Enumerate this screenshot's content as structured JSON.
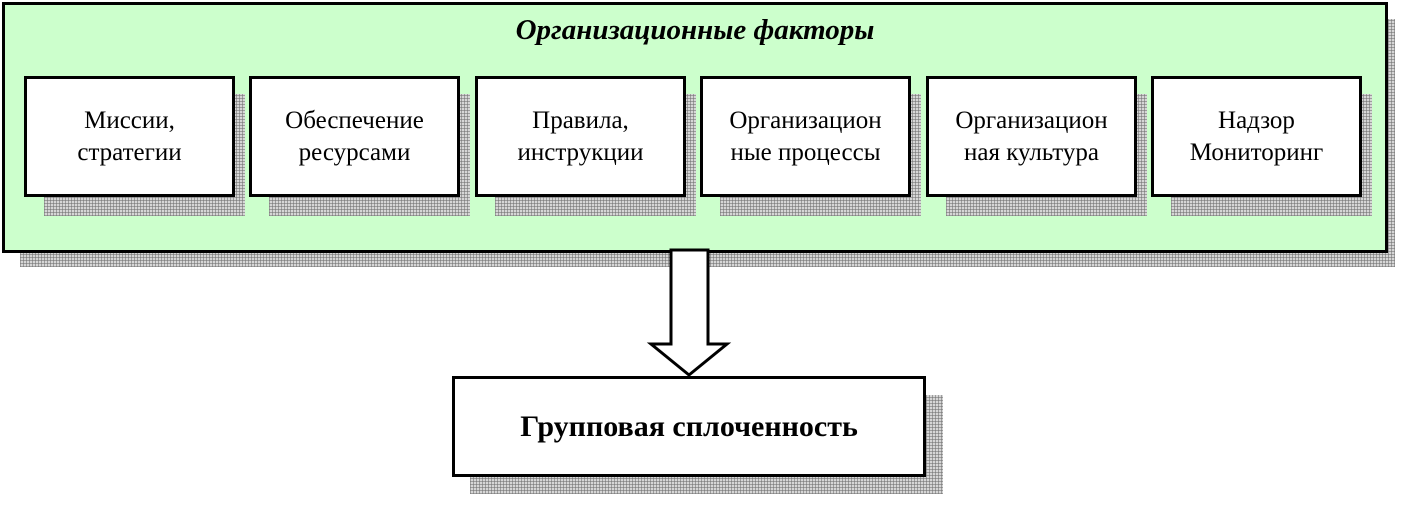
{
  "diagram": {
    "title": "Организационные факторы",
    "factors": [
      {
        "label": "Миссии,\nстратегии"
      },
      {
        "label": "Обеспечение\nресурсами"
      },
      {
        "label": "Правила,\nинструкции"
      },
      {
        "label": "Организацион\nные процессы"
      },
      {
        "label": "Организацион\nная культура"
      },
      {
        "label": "Надзор\nМониторинг"
      }
    ],
    "result": "Групповая сплоченность",
    "colors": {
      "panel_fill": "#ccffcc",
      "box_fill": "#ffffff",
      "border": "#000000",
      "shadow": "#bdbdbd"
    }
  }
}
